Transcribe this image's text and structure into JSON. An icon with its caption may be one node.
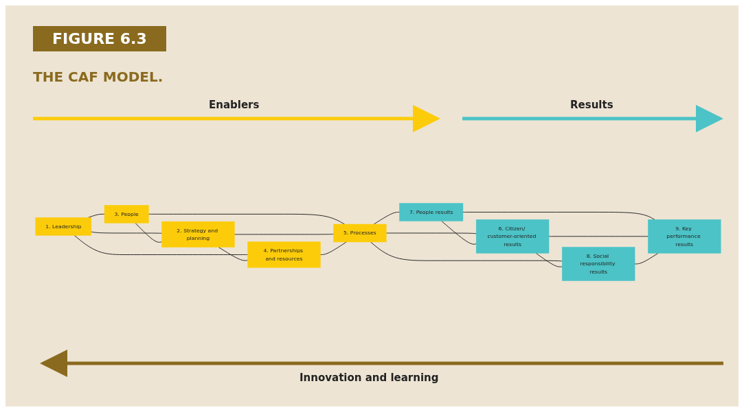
{
  "diagram": {
    "title": "THE CAF MODEL.",
    "nodes": [
      {
        "text": [
          "1. Leadership"
        ]
      },
      {
        "text": [
          "3. People"
        ]
      },
      {
        "text": [
          "2. Strategy and planning"
        ]
      },
      {
        "text": [
          "4. Partnerships and resources"
        ]
      },
      {
        "text": [
          "5. Processes"
        ]
      },
      {
        "text": [
          "7. People results"
        ]
      },
      {
        "text": [
          "6. Citizen/ customer-oriented results"
        ]
      },
      {
        "text": [
          "8. Social responsibility results"
        ]
      },
      {
        "text": [
          "9. Key performance results"
        ]
      }
    ],
    "edges": [
      {
        "from": 0,
        "to": 1,
        "arrow": "none"
      },
      {
        "from": 0,
        "to": 2,
        "arrow": "none"
      },
      {
        "from": 0,
        "to": 3,
        "arrow": "none"
      },
      {
        "from": 1,
        "to": 2,
        "arrow": "none"
      },
      {
        "from": 2,
        "to": 3,
        "arrow": "none"
      },
      {
        "from": 1,
        "to": 4,
        "arrow": "none"
      },
      {
        "from": 2,
        "to": 4,
        "arrow": "none"
      },
      {
        "from": 3,
        "to": 4,
        "arrow": "none"
      },
      {
        "from": 4,
        "to": 5,
        "arrow": "none"
      },
      {
        "from": 4,
        "to": 6,
        "arrow": "none"
      },
      {
        "from": 4,
        "to": 7,
        "arrow": "none"
      },
      {
        "from": 5,
        "to": 6,
        "arrow": "none"
      },
      {
        "from": 6,
        "to": 7,
        "arrow": "none"
      },
      {
        "from": 5,
        "to": 8,
        "arrow": "none"
      },
      {
        "from": 6,
        "to": 8,
        "arrow": "none"
      },
      {
        "from": 7,
        "to": 8,
        "arrow": "none"
      }
    ],
    "labels": [
      "FIGURE 6.3",
      "Enablers",
      "Results",
      "Innovation and learning"
    ]
  }
}
